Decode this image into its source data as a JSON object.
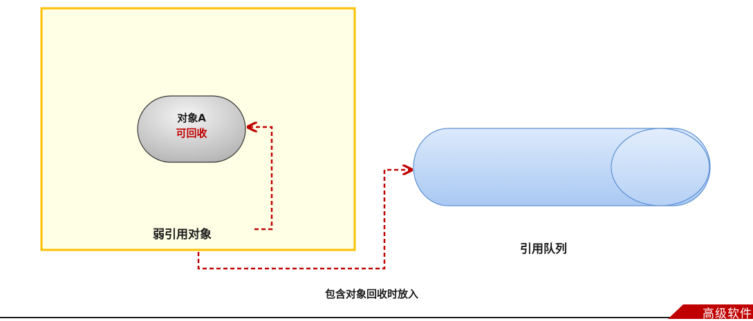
{
  "weak_reference_box": {
    "label": "弱引用对象",
    "object": {
      "name": "对象A",
      "status": "可回收"
    }
  },
  "reference_queue": {
    "label": "引用队列"
  },
  "flow": {
    "label": "包含对象回收时放入"
  },
  "footer": {
    "brand": "高级软件"
  },
  "colors": {
    "box_fill": "#ffffe6",
    "box_border": "#ffc000",
    "object_fill": "#d0d0d0",
    "status_text": "#c00000",
    "arrow": "#c00000",
    "queue_fill": "#bcd6f7",
    "queue_stroke": "#5b8fd4",
    "brand_bar": "#c00000"
  }
}
